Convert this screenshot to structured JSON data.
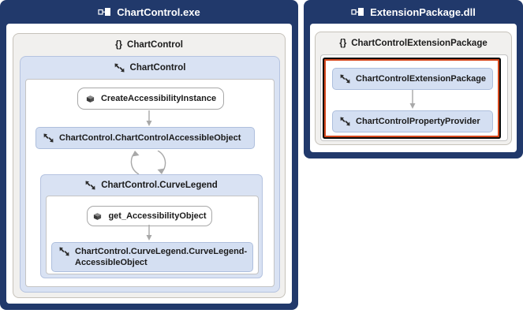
{
  "panels": {
    "chartcontrol": {
      "title": "ChartControl.exe",
      "namespace_icon": "{}",
      "namespace_label": "ChartControl",
      "class_label": "ChartControl",
      "method_create": "CreateAccessibilityInstance",
      "class_accessible": "ChartControl.ChartControlAccessibleObject",
      "curvelegend_label": "ChartControl.CurveLegend",
      "method_get": "get_AccessibilityObject",
      "class_curvelegend_line1": "ChartControl.CurveLegend.CurveLegend-",
      "class_curvelegend_line2": "AccessibleObject"
    },
    "extension": {
      "title": "ExtensionPackage.dll",
      "namespace_icon": "{}",
      "namespace_label": "ChartControlExtensionPackage",
      "class_package": "ChartControlExtensionPackage",
      "class_provider": "ChartControlPropertyProvider"
    }
  },
  "colors": {
    "assembly_navy": "#21396b",
    "namespace_gray": "#f1f0ee",
    "group_blue": "#d9e2f3",
    "node_blue": "#d4dff2",
    "node_border_blue": "#aebfdd",
    "highlight_red": "#d6481e",
    "highlight_black": "#0a0a0a",
    "edge_gray": "#a8a8a8",
    "text_dark": "#1b1b1b"
  }
}
